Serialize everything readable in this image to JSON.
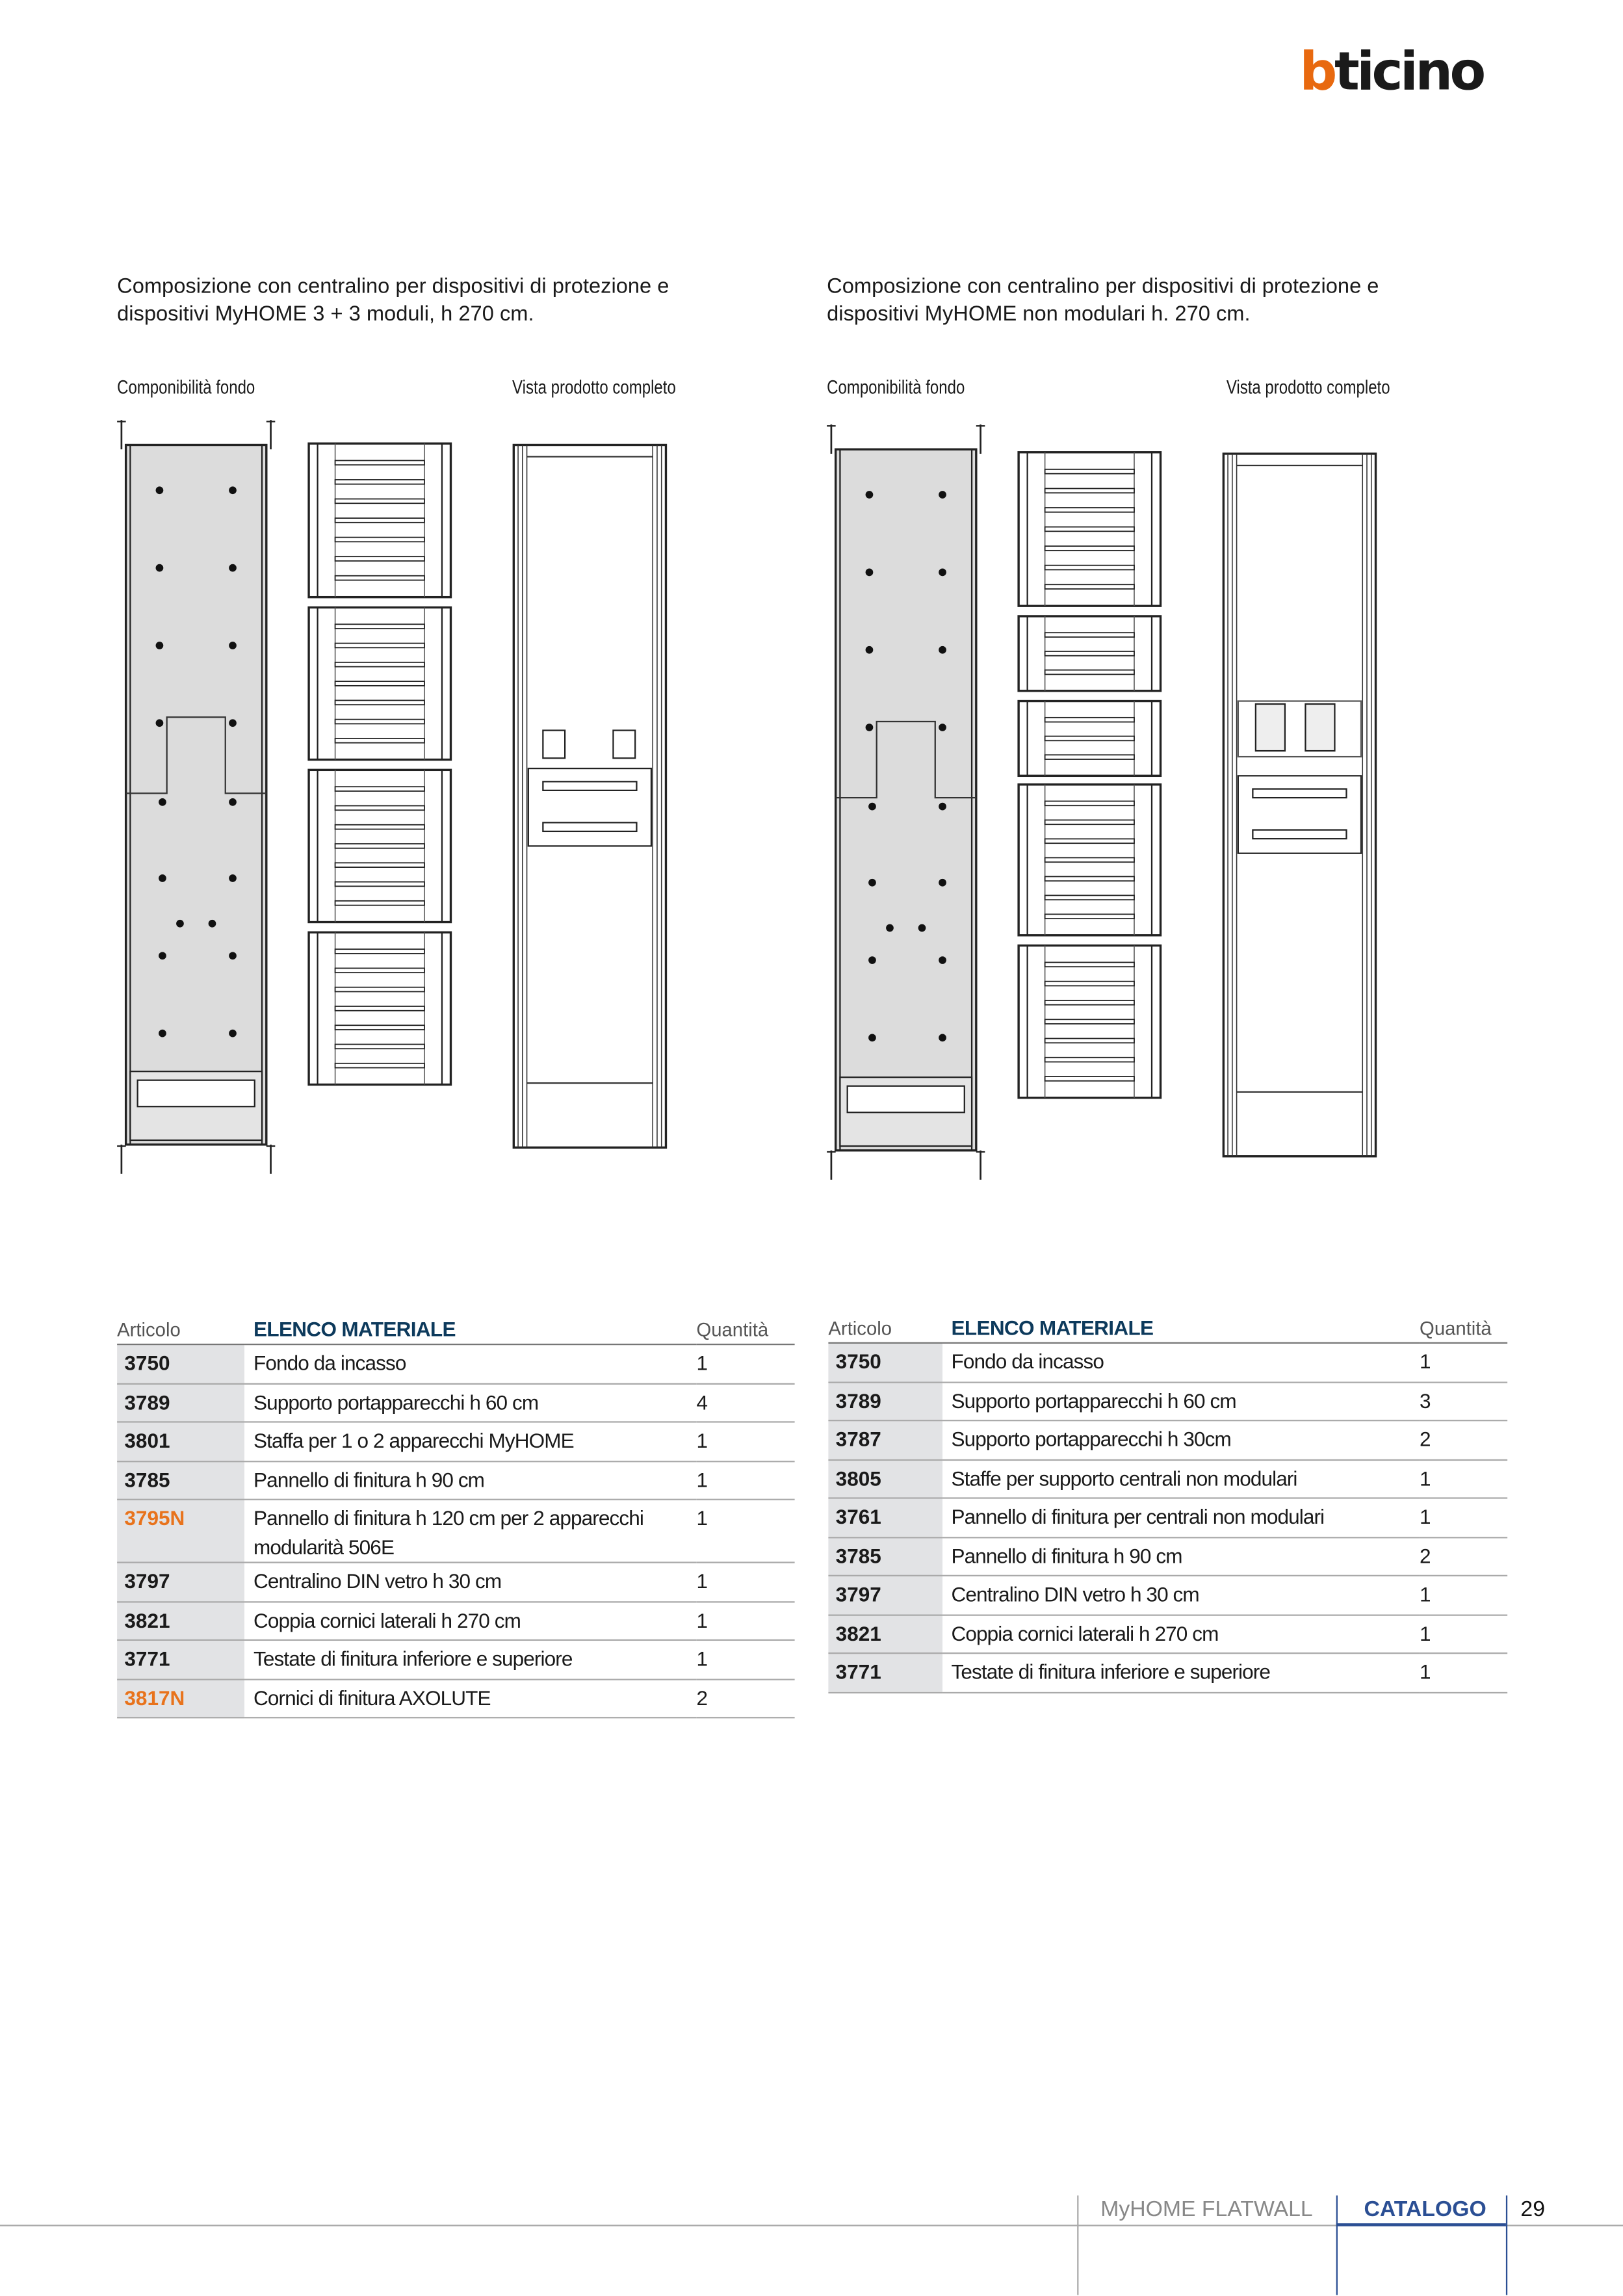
{
  "brand": {
    "logo_text": "bticino",
    "logo_first": "b",
    "logo_rest": "ticino",
    "accent": "#e8690f"
  },
  "compositions": [
    {
      "heading": "Composizione con centralino per dispositivi di protezione  e dispositivi MyHOME 3 + 3 moduli, h 270 cm.",
      "label_back": "Componibilità fondo",
      "label_view": "Vista prodotto completo",
      "table": {
        "col_article": "Articolo",
        "col_title": "ELENCO MATERIALE",
        "col_qty": "Quantità",
        "rows": [
          {
            "code": "3750",
            "desc": "Fondo da incasso",
            "qty": "1",
            "highlight": false
          },
          {
            "code": "3789",
            "desc": "Supporto portapparecchi h 60 cm",
            "qty": "4",
            "highlight": false
          },
          {
            "code": "3801",
            "desc": "Staffa per 1 o 2 apparecchi MyHOME",
            "qty": "1",
            "highlight": false
          },
          {
            "code": "3785",
            "desc": "Pannello di finitura h 90 cm",
            "qty": "1",
            "highlight": false
          },
          {
            "code": "3795N",
            "desc": "Pannello di finitura h 120 cm per 2 apparecchi modularità 506E",
            "qty": "1",
            "highlight": true
          },
          {
            "code": "3797",
            "desc": "Centralino DIN vetro h 30 cm",
            "qty": "1",
            "highlight": false
          },
          {
            "code": "3821",
            "desc": "Coppia cornici laterali h 270 cm",
            "qty": "1",
            "highlight": false
          },
          {
            "code": "3771",
            "desc": "Testate di finitura inferiore e superiore",
            "qty": "1",
            "highlight": false
          },
          {
            "code": "3817N",
            "desc": "Cornici di finitura AXOLUTE",
            "qty": "2",
            "highlight": true
          }
        ]
      }
    },
    {
      "heading": "Composizione con centralino per dispositivi di protezione e dispositivi MyHOME non modulari h. 270 cm.",
      "label_back": "Componibilità fondo",
      "label_view": "Vista prodotto completo",
      "table": {
        "col_article": "Articolo",
        "col_title": "ELENCO MATERIALE",
        "col_qty": "Quantità",
        "rows": [
          {
            "code": "3750",
            "desc": "Fondo da incasso",
            "qty": "1",
            "highlight": false
          },
          {
            "code": "3789",
            "desc": "Supporto portapparecchi h 60 cm",
            "qty": "3",
            "highlight": false
          },
          {
            "code": "3787",
            "desc": "Supporto portapparecchi h 30cm",
            "qty": "2",
            "highlight": false
          },
          {
            "code": "3805",
            "desc": "Staffe per supporto centrali non modulari",
            "qty": "1",
            "highlight": false
          },
          {
            "code": "3761",
            "desc": "Pannello di finitura per centrali non modulari",
            "qty": "1",
            "highlight": false
          },
          {
            "code": "3785",
            "desc": "Pannello di finitura h 90 cm",
            "qty": "2",
            "highlight": false
          },
          {
            "code": "3797",
            "desc": "Centralino DIN vetro h 30 cm",
            "qty": "1",
            "highlight": false
          },
          {
            "code": "3821",
            "desc": "Coppia cornici laterali h 270 cm",
            "qty": "1",
            "highlight": false
          },
          {
            "code": "3771",
            "desc": "Testate di finitura inferiore e superiore",
            "qty": "1",
            "highlight": false
          }
        ]
      }
    }
  ],
  "footer": {
    "section": "MyHOME FLATWALL",
    "catalog": "CATALOGO",
    "page": "29",
    "catalog_color": "#2b4f94"
  }
}
